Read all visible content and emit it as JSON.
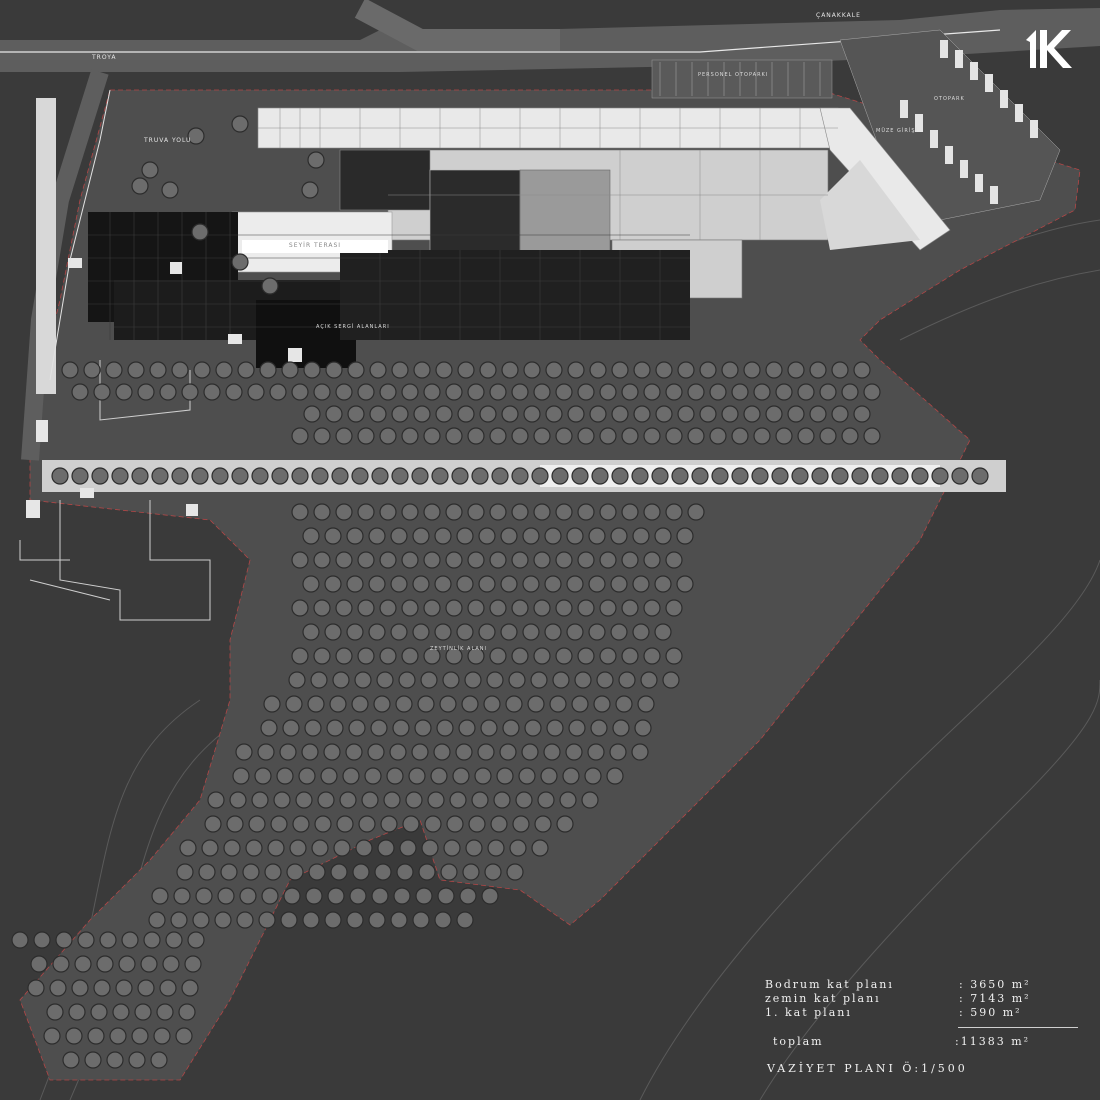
{
  "road_labels": {
    "canakkale": "ÇANAKKALE",
    "troya_top": "TROYA",
    "truva_yolu": "TRUVA YOLU"
  },
  "area_labels": {
    "personel_otoparki": "PERSONEL OTOPARKI",
    "otopark": "OTOPARK",
    "muze_girisi": "MÜZE GİRİŞİ",
    "seyir_terasi": "SEYİR TERASI",
    "acik_sergi": "AÇIK SERGİ ALANLARI",
    "zeytinlik": "ZEYTİNLİK ALANI"
  },
  "areas_table": {
    "rows": [
      {
        "label": "Bodrum kat planı",
        "value": ": 3650 m²"
      },
      {
        "label": "zemin kat planı",
        "value": ": 7143 m²"
      },
      {
        "label": "1. kat planı",
        "value": ":   590 m²"
      }
    ],
    "total_label": "toplam",
    "total_value": ":11383 m²",
    "plan_title": "VAZİYET  PLANI Ö:1/500"
  },
  "colors": {
    "background": "#3a3a3a",
    "site": "#4e4e4e",
    "road": "#5c5c5c",
    "building_light": "#e8e8e8",
    "building_dark": "#1a1a1a",
    "tree": "#6e6e6e"
  }
}
